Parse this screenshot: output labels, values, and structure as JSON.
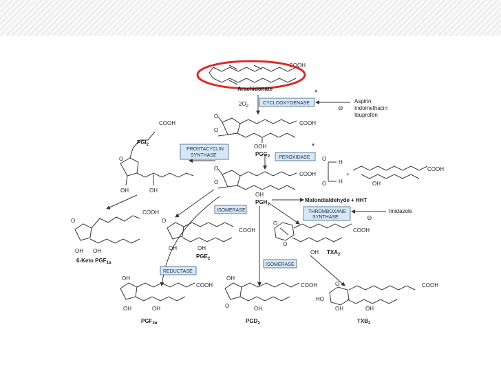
{
  "diagram": {
    "substrate": {
      "name": "Arachidonate",
      "cooh": "COOH"
    },
    "oxygen": "2O",
    "oxygen_sub": "2",
    "stars": [
      "*",
      "*"
    ],
    "enzymes": {
      "cyclooxygenase": "CYCLOOXYGENASE",
      "peroxidase": "PEROXIDASE",
      "prostacyclin_1": "PROSTACYCLIN",
      "prostacyclin_2": "SYNTHASE",
      "isomerase_1": "ISOMERASE",
      "thromboxane_1": "THROMBOXANE",
      "thromboxane_2": "SYNTHASE",
      "reductase": "REDUCTASE",
      "isomerase_2": "ISOMERASE"
    },
    "inhibitors": {
      "aspirin": "Aspirin",
      "indomethacin": "Indomethacin",
      "ibuprofen": "Ibuprofen",
      "imidazole": "Imidazole"
    },
    "inhibit_symbol": "⊖",
    "products": {
      "pgg2": "PGG",
      "pgg2_sub": "2",
      "pgh2": "PGH",
      "pgh2_sub": "2",
      "pgi2": "PGI",
      "pgi2_sub": "2",
      "keto": "6-Keto PGF",
      "keto_sub": "1α",
      "pge2": "PGE",
      "pge2_sub": "2",
      "pgf2a": "PGF",
      "pgf2a_sub": "2α",
      "pgd2": "PGD",
      "pgd2_sub": "2",
      "txa2": "TXA",
      "txa2_sub": "2",
      "txb2": "TXB",
      "txb2_sub": "2",
      "mda": "Malondialdehyde + HHT"
    },
    "groups": {
      "cooh": "COOH",
      "ooh": "OOH",
      "oh": "OH",
      "o": "O",
      "h": "H",
      "ho": "HO",
      "plus": "+"
    }
  },
  "colors": {
    "highlight": "#d92b2b",
    "enzyme_fill": "#d7e8f4",
    "enzyme_border": "#3d5f88"
  }
}
